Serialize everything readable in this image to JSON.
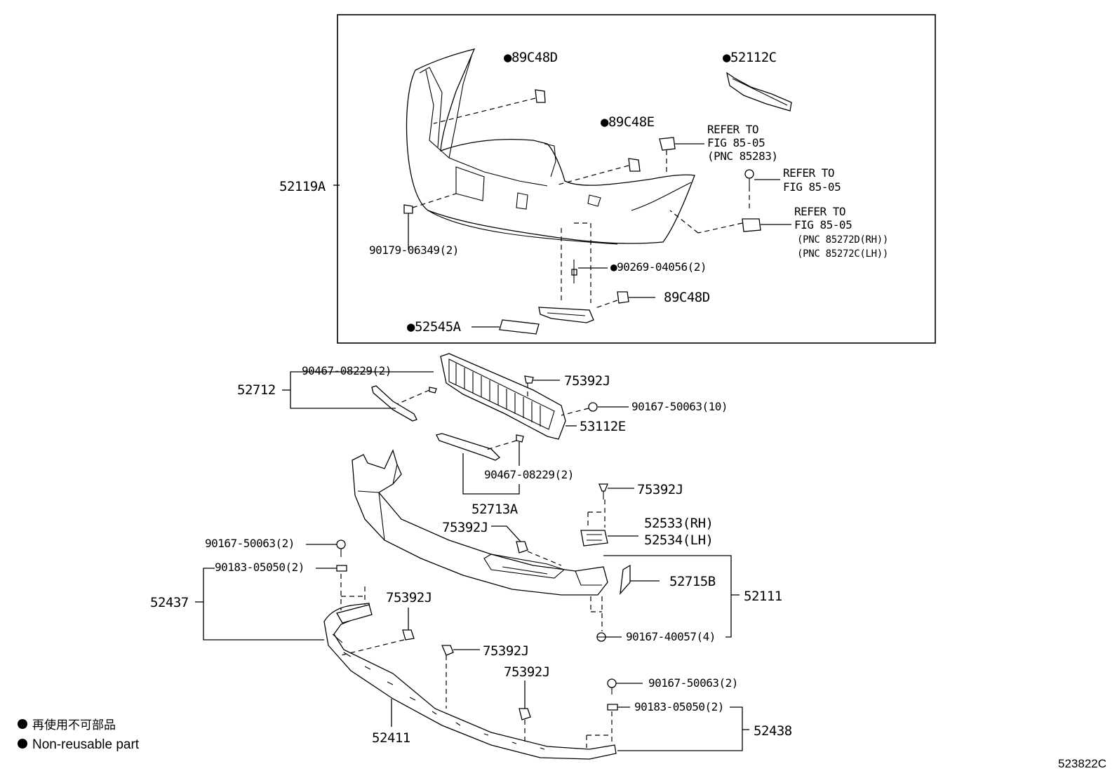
{
  "legend": {
    "bullet_jp": "再使用不可部品",
    "bullet_en": "Non-reusable part"
  },
  "illustration_id": "523822C",
  "labels": {
    "p52119A": "52119A",
    "p89C48D_top": "●89C48D",
    "p52112C": "●52112C",
    "p89C48E": "●89C48E",
    "refer1_l1": "REFER TO",
    "refer1_l2": "FIG 85-05",
    "refer1_l3": "(PNC 85283)",
    "refer2_l1": "REFER TO",
    "refer2_l2": "FIG 85-05",
    "refer3_l1": "REFER TO",
    "refer3_l2": "FIG 85-05",
    "refer3_l3": "(PNC 85272D(RH))",
    "refer3_l4": "(PNC 85272C(LH))",
    "p90179": "90179-06349(2)",
    "p90269": "●90269-04056(2)",
    "p89C48D_bot": "89C48D",
    "p52545A": "●52545A",
    "p52712": "52712",
    "p90467_a": "90467-08229(2)",
    "p75392J_a": "75392J",
    "p90167_10": "90167-50063(10)",
    "p53112E": "53112E",
    "p90467_b": "90467-08229(2)",
    "p52713A": "52713A",
    "p75392J_b": "75392J",
    "p75392J_c": "75392J",
    "p52533": "52533(RH)",
    "p52534": "52534(LH)",
    "p90167_2a": "90167-50063(2)",
    "p90183_a": "90183-05050(2)",
    "p52437": "52437",
    "p75392J_d": "75392J",
    "p52715B": "52715B",
    "p52111": "52111",
    "p90167_40057": "90167-40057(4)",
    "p75392J_e": "75392J",
    "p75392J_f": "75392J",
    "p90167_2b": "90167-50063(2)",
    "p90183_b": "90183-05050(2)",
    "p52438": "52438",
    "p52411": "52411"
  }
}
